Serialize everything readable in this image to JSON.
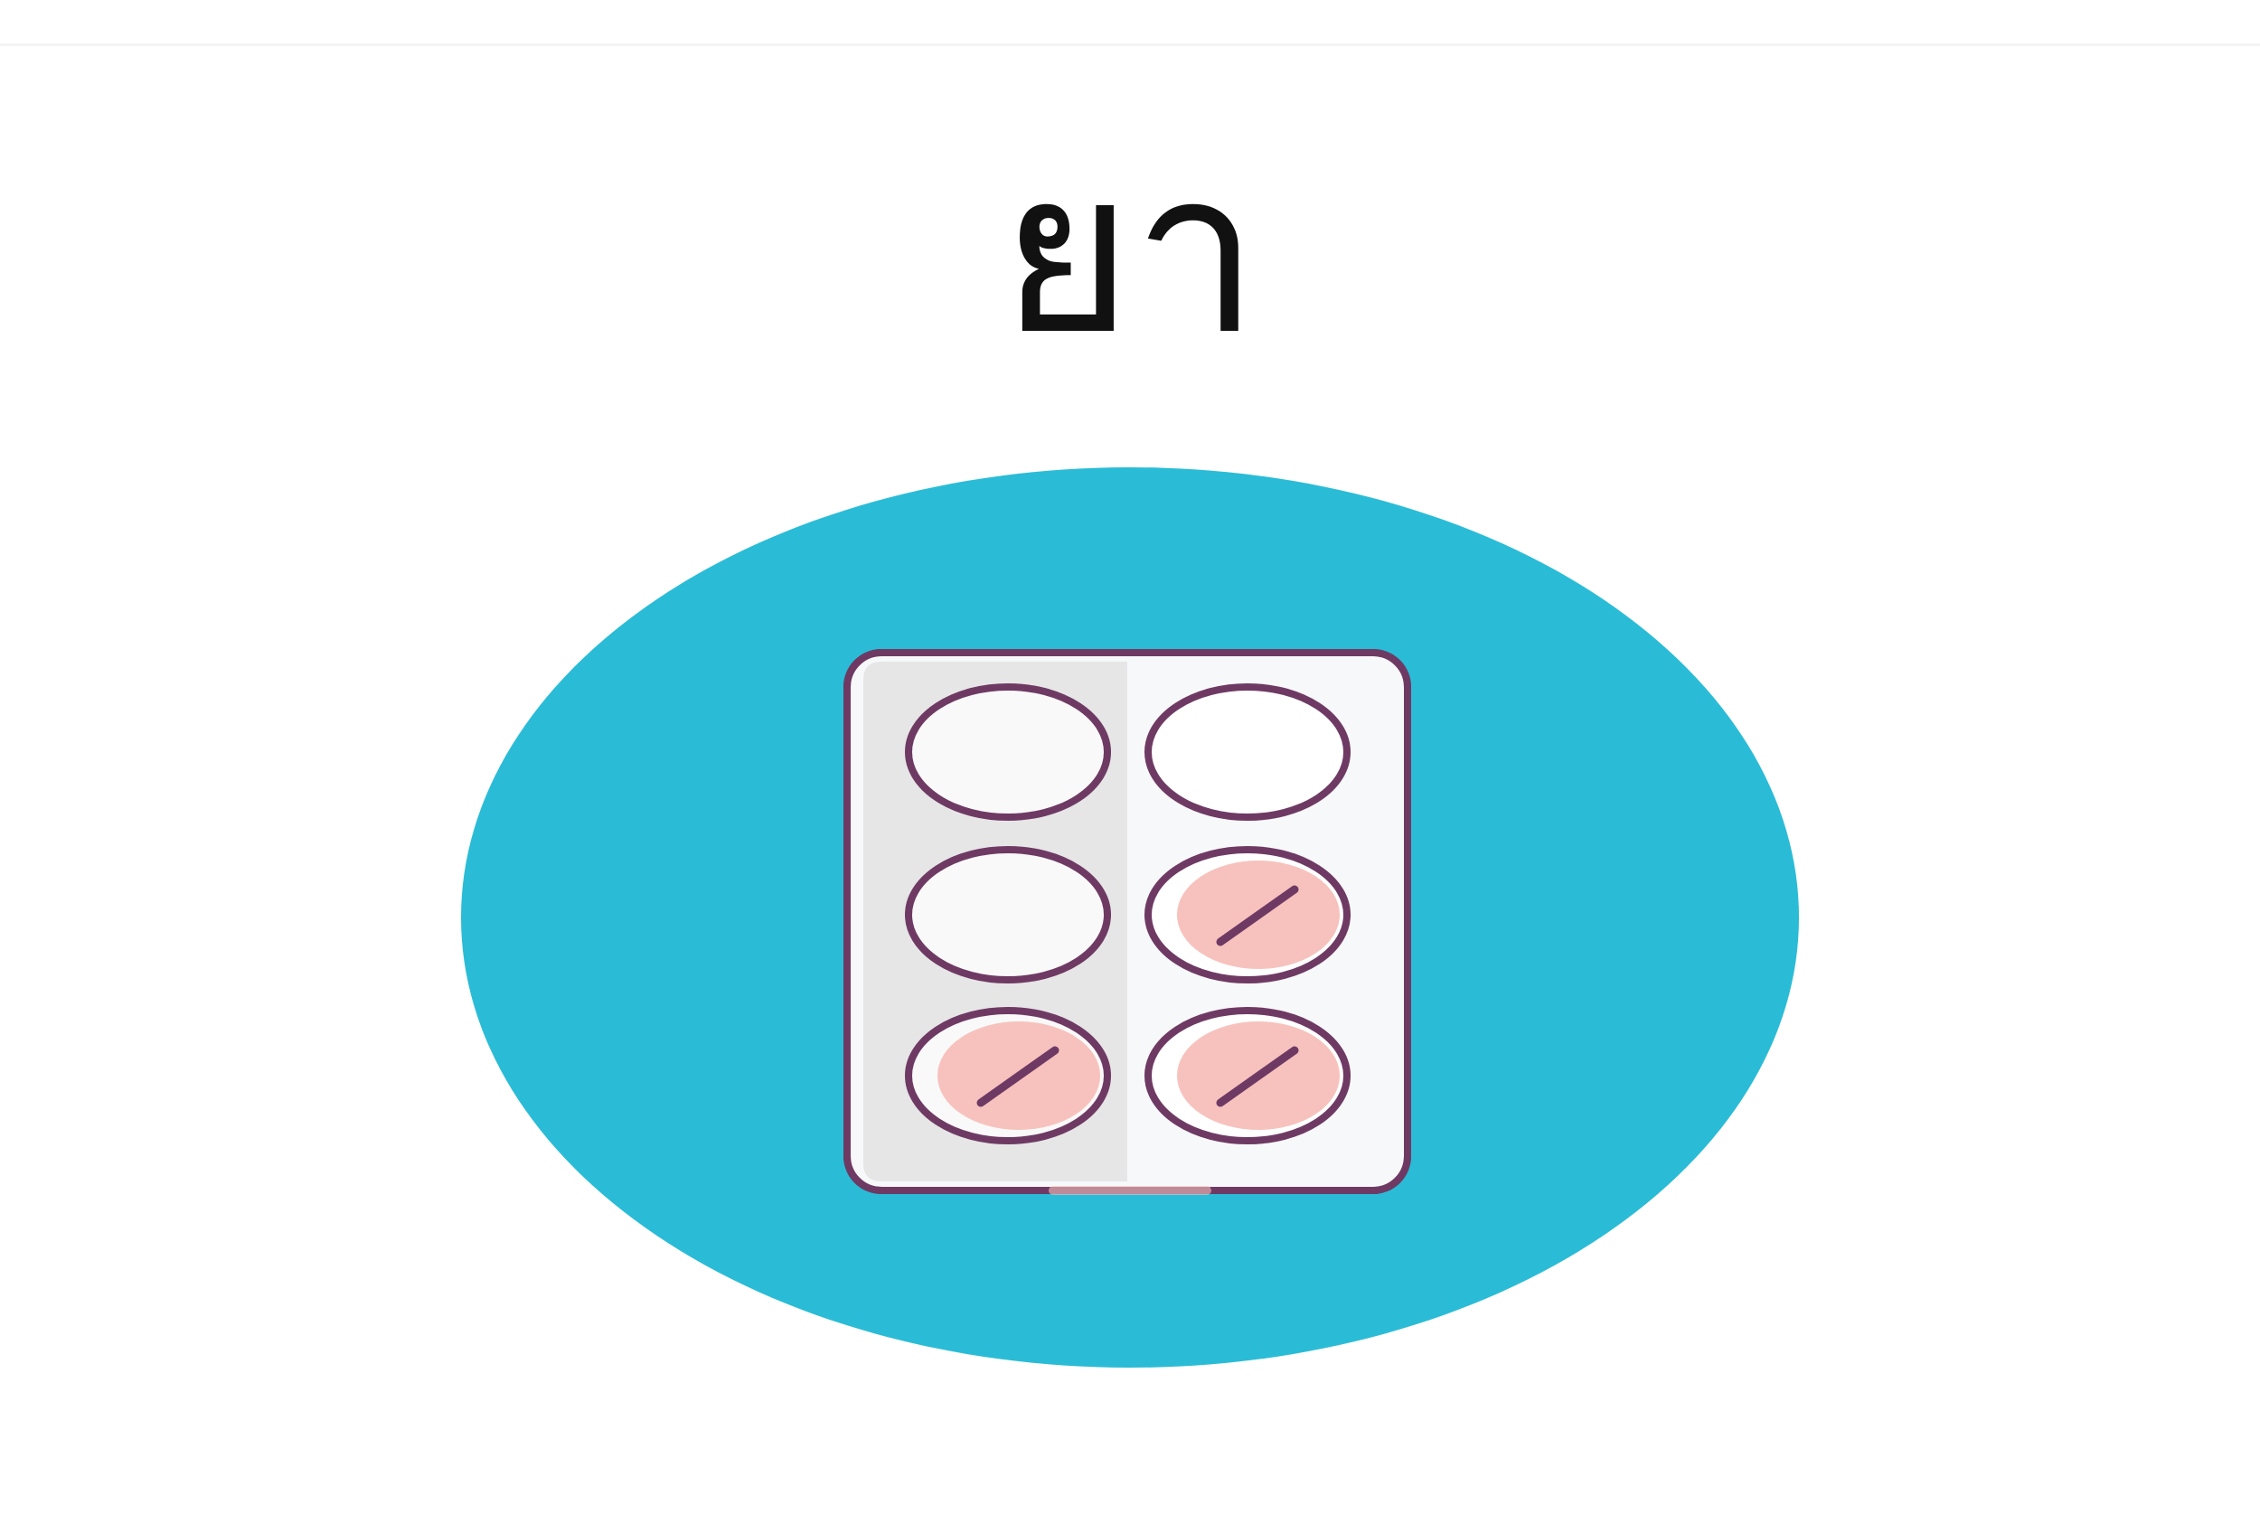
{
  "card": {
    "label": "ยา",
    "icon": "pill-blister-pack-icon"
  },
  "colors": {
    "circle": "#2abcd6",
    "outline": "#6e3a64",
    "pill_fill": "#f7c2bd",
    "pack_left": "#e6e6e6",
    "pack_right": "#f7f8f9",
    "text": "#111111"
  },
  "pills": {
    "filled_total": 3,
    "empty_total": 3
  }
}
